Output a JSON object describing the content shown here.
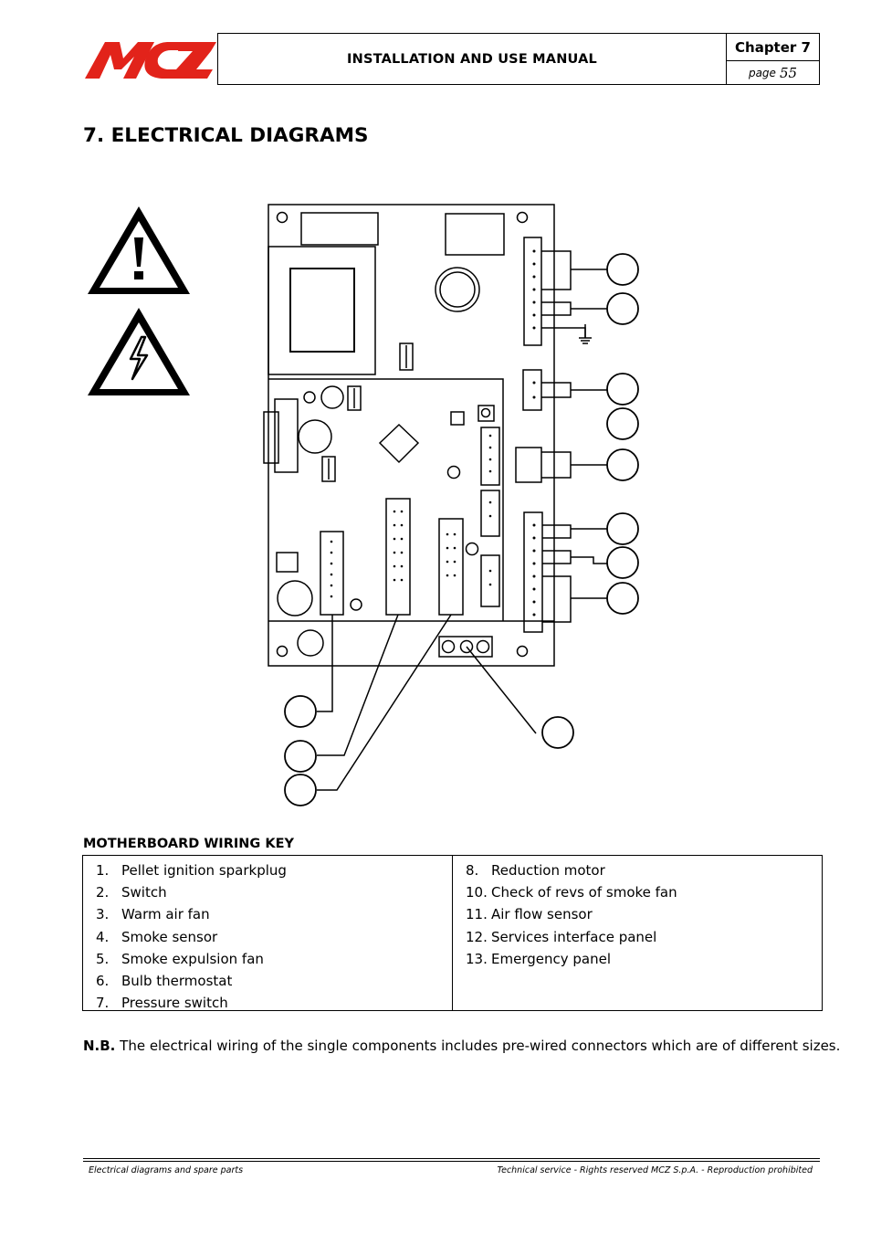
{
  "header": {
    "logo_text": "MCZ",
    "title": "INSTALLATION AND USE MANUAL",
    "chapter": "Chapter 7",
    "page_label": "page",
    "page_number": "55"
  },
  "heading": "7. ELECTRICAL DIAGRAMS",
  "key": {
    "title": "MOTHERBOARD WIRING KEY",
    "left": [
      {
        "num": "1.",
        "label": "Pellet ignition sparkplug"
      },
      {
        "num": "2.",
        "label": "Switch"
      },
      {
        "num": "3.",
        "label": "Warm air fan"
      },
      {
        "num": "4.",
        "label": "Smoke sensor"
      },
      {
        "num": "5.",
        "label": "Smoke expulsion fan"
      },
      {
        "num": "6.",
        "label": "Bulb thermostat"
      },
      {
        "num": "7.",
        "label": "Pressure switch"
      }
    ],
    "right": [
      {
        "num": "8.",
        "label": "Reduction motor"
      },
      {
        "num": "10.",
        "label": "Check of revs of smoke fan"
      },
      {
        "num": "11.",
        "label": "Air flow sensor"
      },
      {
        "num": "12.",
        "label": "Services interface panel"
      },
      {
        "num": "13.",
        "label": "Emergency panel"
      }
    ]
  },
  "note": {
    "prefix": "N.B.",
    "text": " The electrical wiring of the single components includes pre-wired connectors which are of different sizes."
  },
  "footer": {
    "left": "Electrical diagrams and spare parts",
    "right": "Technical service - Rights reserved MCZ S.p.A. - Reproduction prohibited"
  },
  "colors": {
    "brand_red": "#e2231a"
  },
  "icons": [
    "warning-exclamation-icon",
    "electric-hazard-icon",
    "ground-symbol-icon"
  ]
}
